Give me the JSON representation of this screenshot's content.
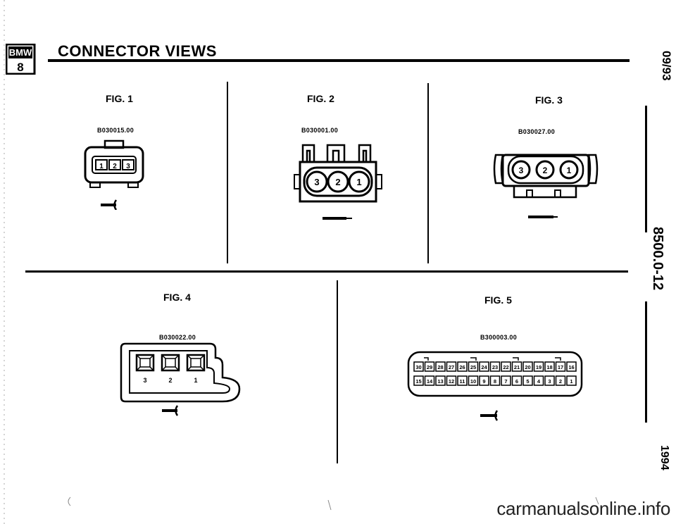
{
  "header": {
    "logo_text": "BMW",
    "logo_series": "8",
    "title": "CONNECTOR VIEWS"
  },
  "side": {
    "date": "09/93",
    "page_number": "8500.0-12",
    "year": "1994"
  },
  "figures": [
    {
      "label": "FIG. 1",
      "part": "B030015.00",
      "pins": [
        "1",
        "2",
        "3"
      ]
    },
    {
      "label": "FIG. 2",
      "part": "B030001.00",
      "pins": [
        "3",
        "2",
        "1"
      ]
    },
    {
      "label": "FIG. 3",
      "part": "B030027.00",
      "pins": [
        "3",
        "2",
        "1"
      ]
    },
    {
      "label": "FIG. 4",
      "part": "B030022.00",
      "pins": [
        "3",
        "2",
        "1"
      ]
    },
    {
      "label": "FIG. 5",
      "part": "B300003.00",
      "pins_top": [
        "30",
        "29",
        "28",
        "27",
        "26",
        "25",
        "24",
        "23",
        "22",
        "21",
        "20",
        "19",
        "18",
        "17",
        "16"
      ],
      "pins_bottom": [
        "15",
        "14",
        "13",
        "12",
        "11",
        "10",
        "9",
        "8",
        "7",
        "6",
        "5",
        "4",
        "3",
        "2",
        "1"
      ]
    }
  ],
  "footer": {
    "watermark": "carmanualsonline.info"
  }
}
